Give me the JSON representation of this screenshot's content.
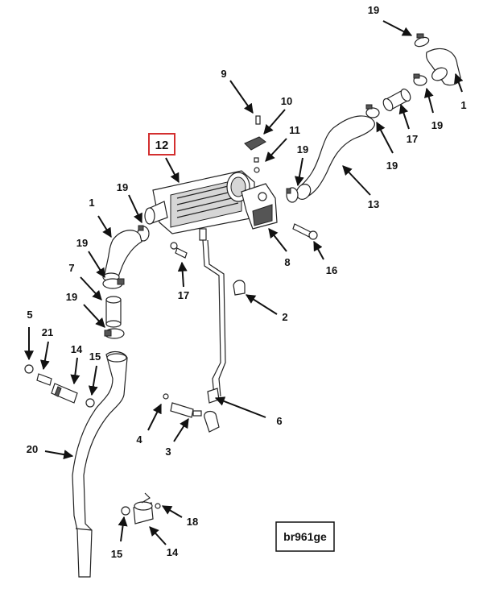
{
  "diagram": {
    "reference_code": "br961ge",
    "highlighted_part": "12",
    "colors": {
      "highlight_box": "#d32f2f",
      "line": "#222222",
      "shade": "#d6d6d6"
    },
    "callouts": [
      {
        "id": "c-19-top",
        "label": "19"
      },
      {
        "id": "c-1-right",
        "label": "1"
      },
      {
        "id": "c-19-right",
        "label": "19"
      },
      {
        "id": "c-17-right",
        "label": "17"
      },
      {
        "id": "c-19-mid",
        "label": "19"
      },
      {
        "id": "c-13",
        "label": "13"
      },
      {
        "id": "c-9",
        "label": "9"
      },
      {
        "id": "c-10",
        "label": "10"
      },
      {
        "id": "c-11",
        "label": "11"
      },
      {
        "id": "c-19-center",
        "label": "19"
      },
      {
        "id": "c-12",
        "label": "12"
      },
      {
        "id": "c-8",
        "label": "8"
      },
      {
        "id": "c-16",
        "label": "16"
      },
      {
        "id": "c-19-left",
        "label": "19"
      },
      {
        "id": "c-1-left",
        "label": "1"
      },
      {
        "id": "c-17-left",
        "label": "17"
      },
      {
        "id": "c-19-l2",
        "label": "19"
      },
      {
        "id": "c-7",
        "label": "7"
      },
      {
        "id": "c-2",
        "label": "2"
      },
      {
        "id": "c-19-l3",
        "label": "19"
      },
      {
        "id": "c-5",
        "label": "5"
      },
      {
        "id": "c-21",
        "label": "21"
      },
      {
        "id": "c-14-top",
        "label": "14"
      },
      {
        "id": "c-15-top",
        "label": "15"
      },
      {
        "id": "c-6",
        "label": "6"
      },
      {
        "id": "c-4",
        "label": "4"
      },
      {
        "id": "c-3",
        "label": "3"
      },
      {
        "id": "c-20",
        "label": "20"
      },
      {
        "id": "c-18",
        "label": "18"
      },
      {
        "id": "c-15-bottom",
        "label": "15"
      },
      {
        "id": "c-14-bottom",
        "label": "14"
      }
    ]
  }
}
